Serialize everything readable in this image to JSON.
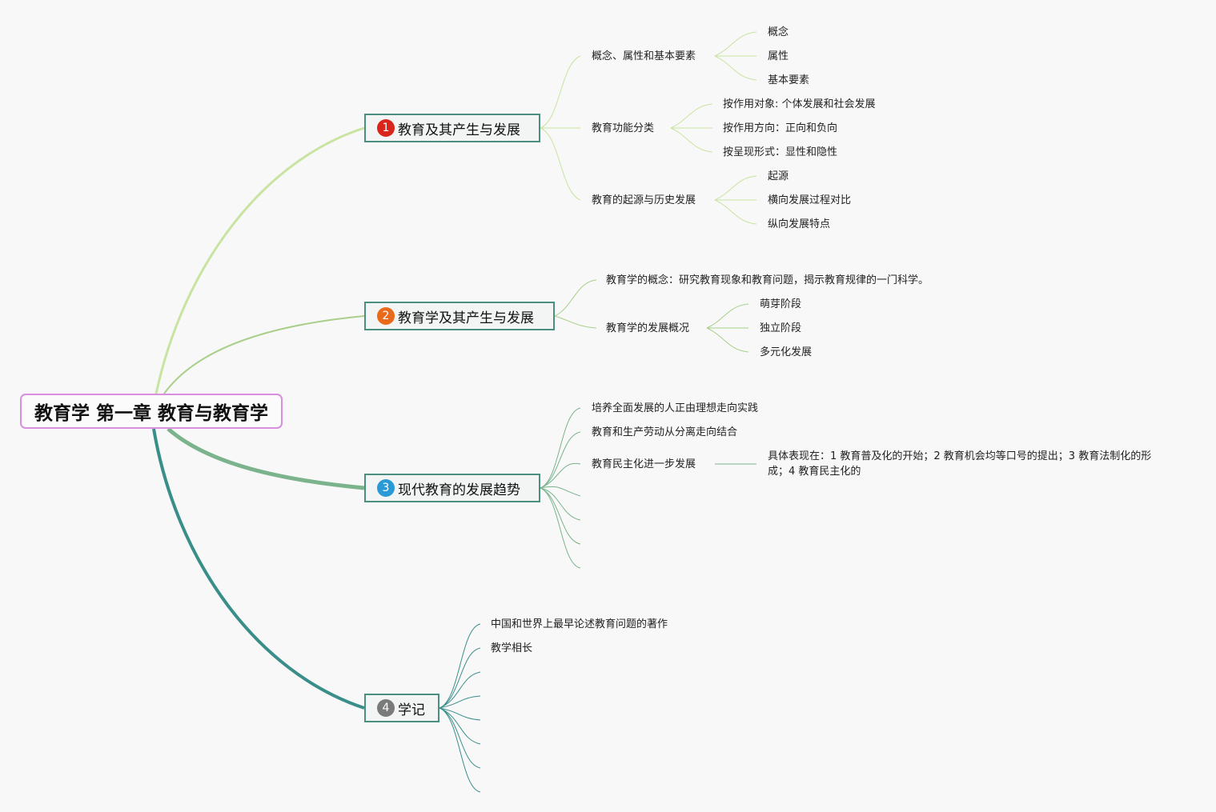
{
  "root": {
    "title": "教育学 第一章 教育与教育学"
  },
  "colors": {
    "root_border": "#d98fe0",
    "branch_border": "#4b8f80",
    "line_b1": "#c9e3a0",
    "line_b2": "#a9cf8a",
    "line_b3": "#7bb38c",
    "line_b4": "#3a8e8a",
    "badge_1": "#d9261c",
    "badge_2": "#e86a1a",
    "badge_3": "#2a9ad6",
    "badge_4": "#7a7a7a"
  },
  "branches": [
    {
      "badge": "1",
      "title": "教育及其产生与发展",
      "children": [
        {
          "label": "概念、属性和基本要素",
          "children": [
            "概念",
            "属性",
            "基本要素"
          ]
        },
        {
          "label": "教育功能分类",
          "children": [
            "按作用对象: 个体发展和社会发展",
            "按作用方向：正向和负向",
            "按呈现形式：显性和隐性"
          ]
        },
        {
          "label": "教育的起源与历史发展",
          "children": [
            "起源",
            "横向发展过程对比",
            "纵向发展特点"
          ]
        }
      ]
    },
    {
      "badge": "2",
      "title": "教育学及其产生与发展",
      "children": [
        {
          "label": "教育学的概念：研究教育现象和教育问题，揭示教育规律的一门科学。"
        },
        {
          "label": "教育学的发展概况",
          "children": [
            "萌芽阶段",
            "独立阶段",
            "多元化发展"
          ]
        }
      ]
    },
    {
      "badge": "3",
      "title": "现代教育的发展趋势",
      "children": [
        {
          "label": "培养全面发展的人正由理想走向实践"
        },
        {
          "label": "教育和生产劳动从分离走向结合"
        },
        {
          "label": "教育民主化进一步发展",
          "children": [
            "具体表现在：1 教育普及化的开始；2 教育机会均等口号的提出；3 教育法制化的形成；4 教育民主化的"
          ]
        }
      ]
    },
    {
      "badge": "4",
      "title": "学记",
      "children": [
        {
          "label": "中国和世界上最早论述教育问题的著作"
        },
        {
          "label": "教学相长"
        }
      ]
    }
  ]
}
